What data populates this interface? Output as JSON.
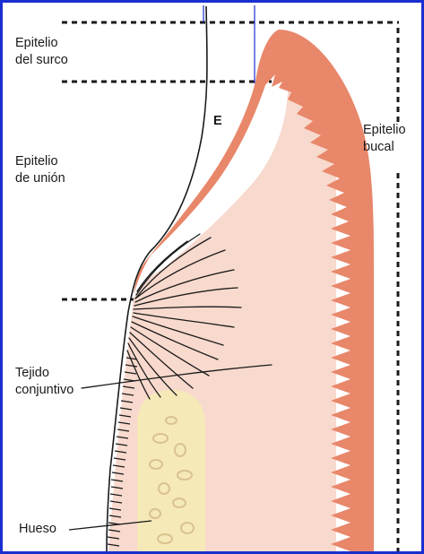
{
  "figure": {
    "labels": {
      "sulcular_epithelium": [
        "Epitelio",
        "del surco"
      ],
      "junctional_epithelium": [
        "Epitelio",
        "de unión"
      ],
      "enamel": "E",
      "oral_epithelium": [
        "Epitelio",
        "bucal"
      ],
      "connective_tissue": [
        "Tejido",
        "conjuntivo"
      ],
      "bone": "Hueso"
    },
    "colors": {
      "frame": "#1a2fd0",
      "epithelium": "#e8876a",
      "connective_tissue": "#f8d9cd",
      "bone": "#f6e9b8",
      "bone_trabeculae": "#d9c28e",
      "lines": "#1a1a1a"
    }
  }
}
